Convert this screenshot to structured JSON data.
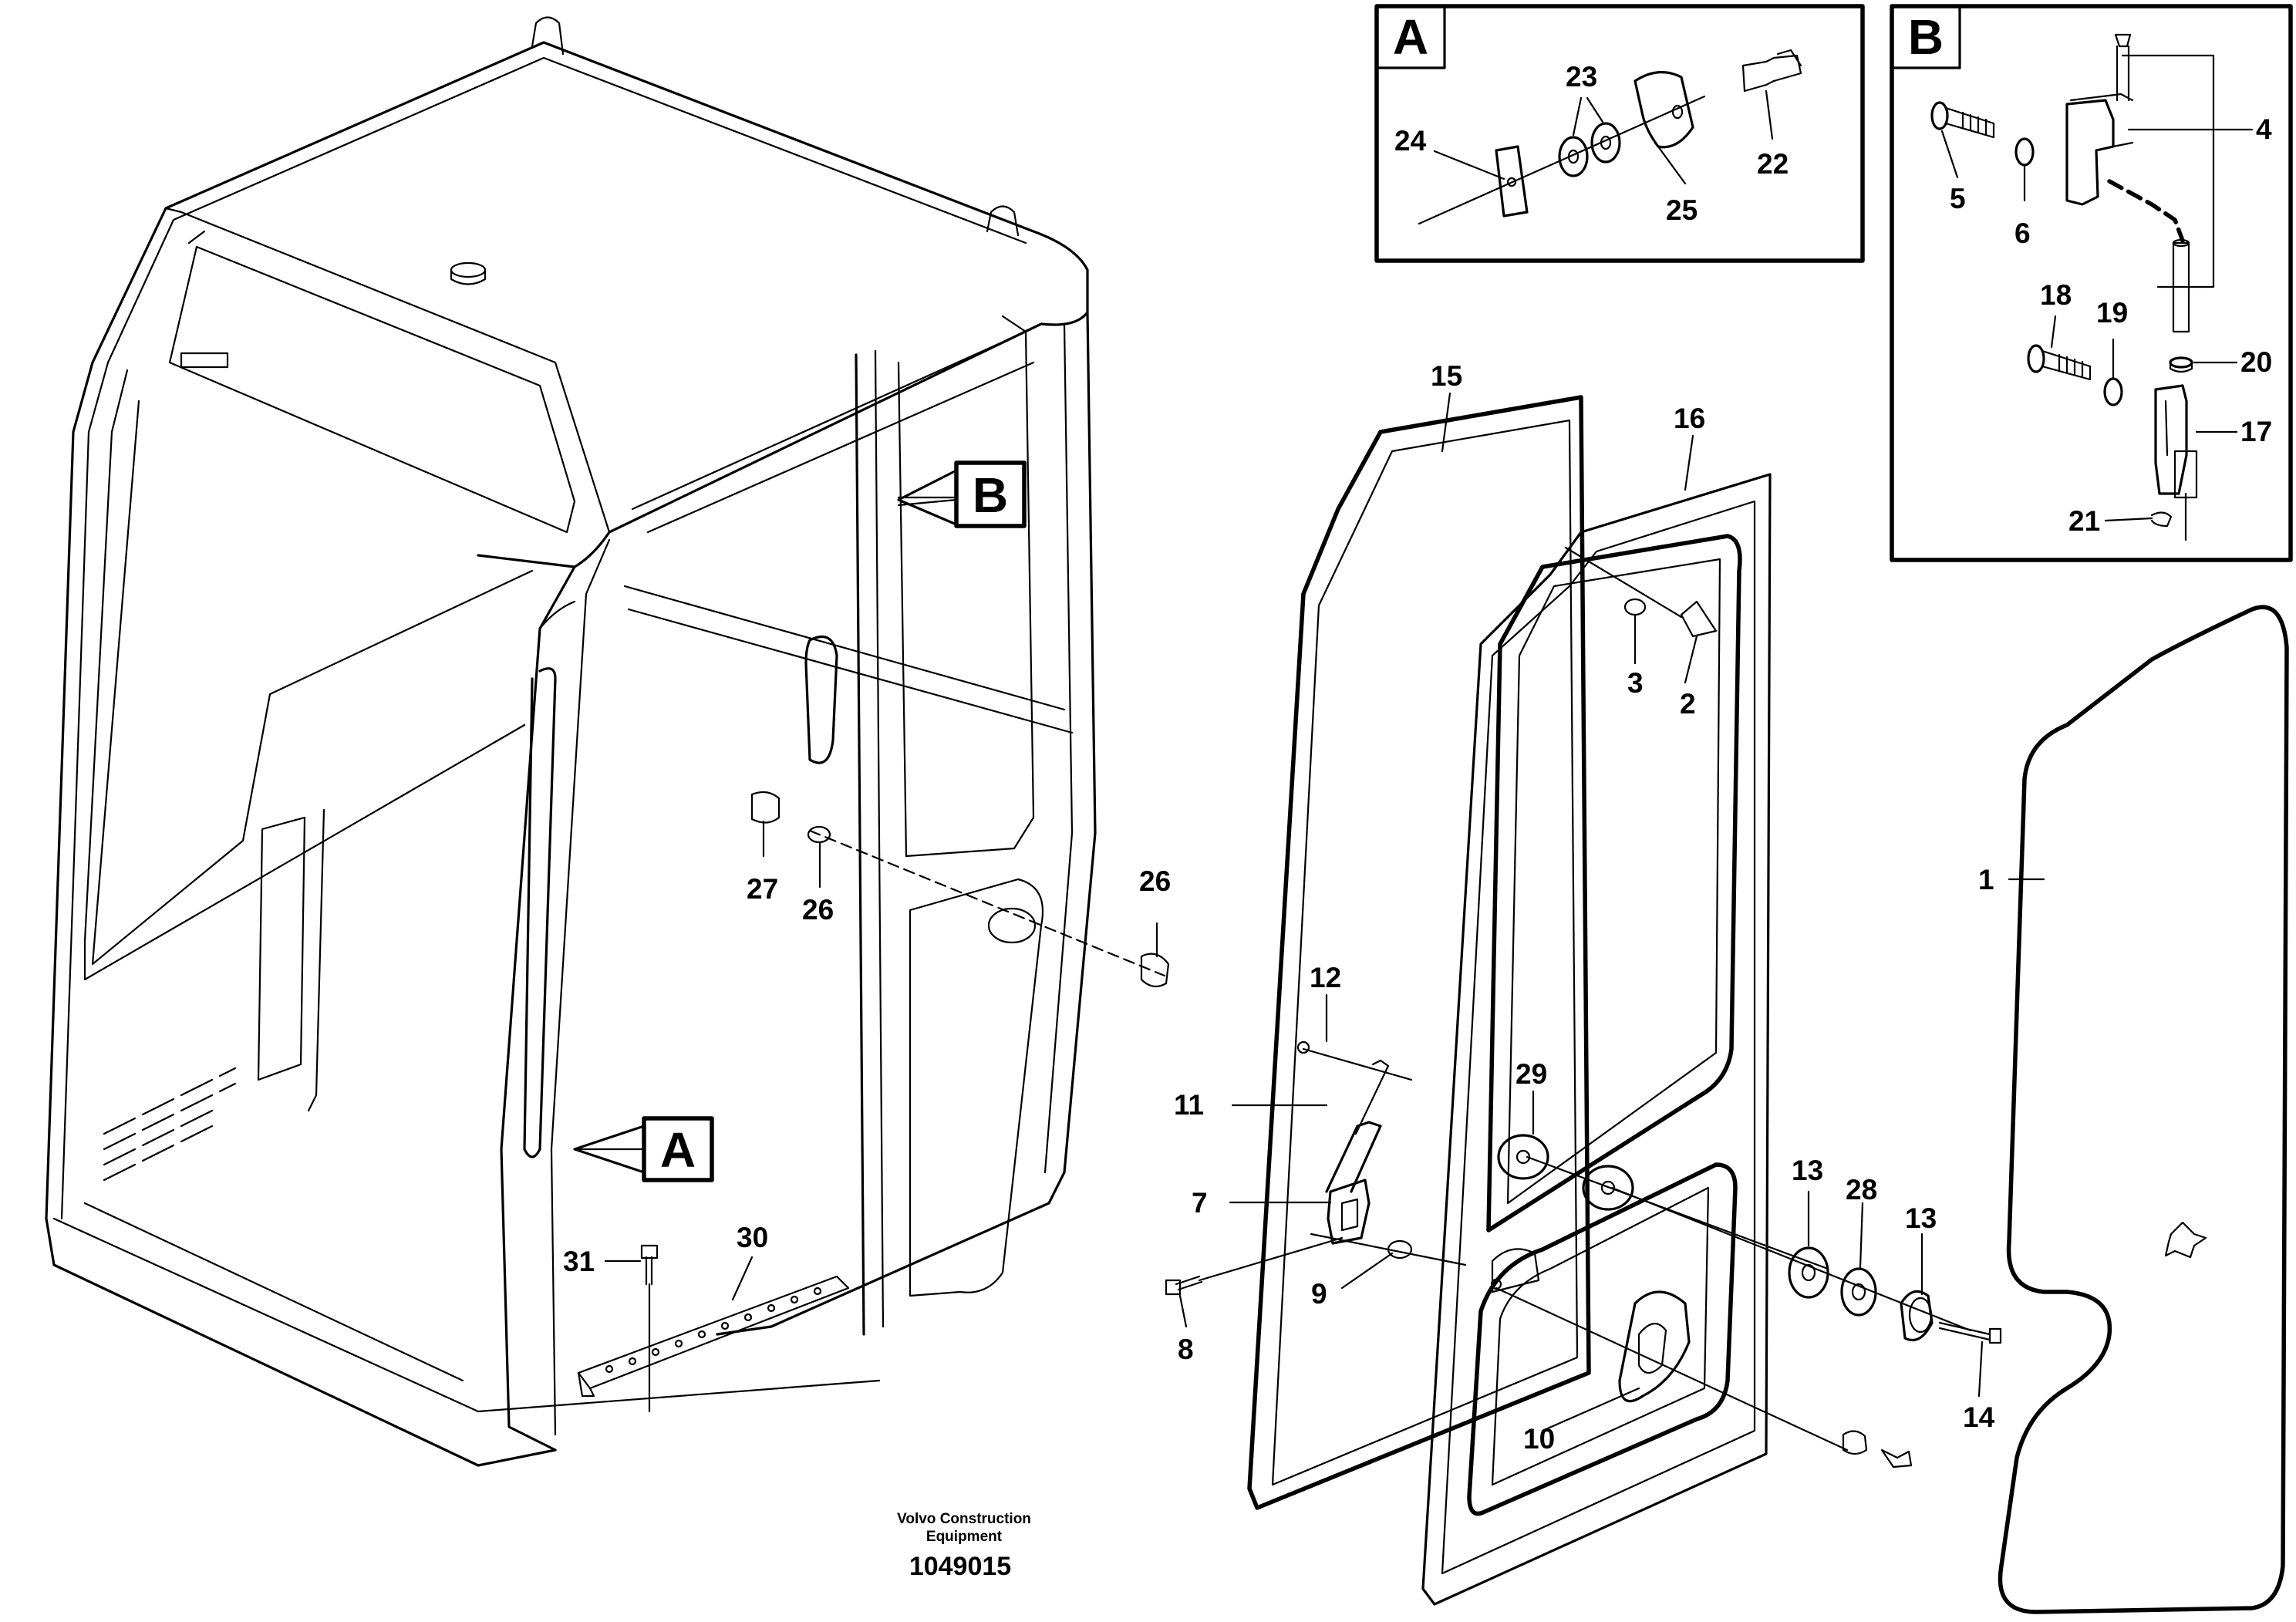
{
  "inset_a": {
    "letter": "A"
  },
  "inset_b": {
    "letter": "B"
  },
  "callouts_main": {
    "a": "A",
    "b": "B"
  },
  "parts": {
    "p1": "1",
    "p2": "2",
    "p3": "3",
    "p4": "4",
    "p5": "5",
    "p6": "6",
    "p7": "7",
    "p8": "8",
    "p9": "9",
    "p10": "10",
    "p11": "11",
    "p12": "12",
    "p13a": "13",
    "p13b": "13",
    "p14": "14",
    "p15": "15",
    "p16": "16",
    "p17": "17",
    "p18": "18",
    "p19": "19",
    "p20": "20",
    "p21": "21",
    "p22": "22",
    "p23": "23",
    "p24": "24",
    "p25": "25",
    "p26a": "26",
    "p26b": "26",
    "p27": "27",
    "p28": "28",
    "p29": "29",
    "p30": "30",
    "p31": "31"
  },
  "footer": {
    "company_line1": "Volvo Construction",
    "company_line2": "Equipment",
    "drawing_number": "1049015"
  }
}
